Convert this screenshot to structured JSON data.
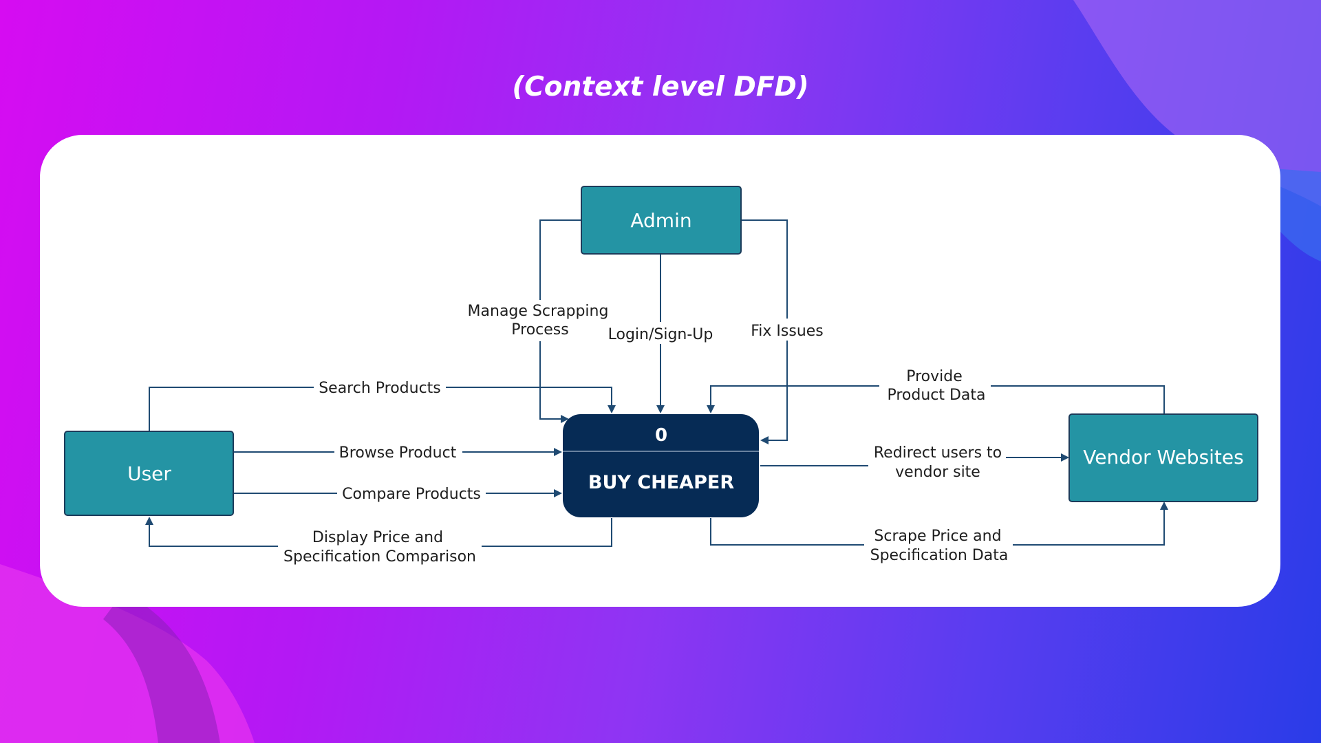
{
  "title": "(Context level DFD)",
  "colors": {
    "entity_fill": "#2494a4",
    "entity_stroke": "#1c3b5a",
    "process_fill": "#062b55",
    "line": "#1f4a72",
    "card": "#ffffff"
  },
  "entities": {
    "admin": "Admin",
    "user": "User",
    "vendor": "Vendor Websites"
  },
  "process": {
    "number": "0",
    "name": "BUY CHEAPER"
  },
  "flows": {
    "manage_scrapping_1": "Manage Scrapping",
    "manage_scrapping_2": "Process",
    "login": "Login/Sign-Up",
    "fix_issues": "Fix Issues",
    "search_products": "Search Products",
    "browse_product": "Browse Product",
    "compare_products": "Compare Products",
    "display_price_1": "Display Price and",
    "display_price_2": "Specification Comparison",
    "provide_data_1": "Provide",
    "provide_data_2": "Product Data",
    "redirect_1": "Redirect users to",
    "redirect_2": "vendor site",
    "scrape_1": "Scrape Price and",
    "scrape_2": "Specification Data"
  }
}
